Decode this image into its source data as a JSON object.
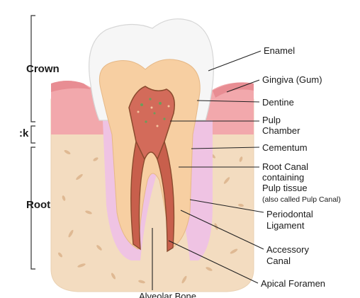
{
  "diagram": {
    "regions": {
      "crown": "Crown",
      "neck": ":k",
      "root": "Root"
    },
    "labels": {
      "enamel": "Enamel",
      "gingiva": "Gingiva (Gum)",
      "dentine": "Dentine",
      "pulp_chamber_1": "Pulp",
      "pulp_chamber_2": "Chamber",
      "cementum": "Cementum",
      "root_canal_1": "Root Canal",
      "root_canal_2": "containing",
      "root_canal_3": "Pulp tissue",
      "root_canal_4": "(also called Pulp Canal)",
      "periodontal_1": "Periodontal",
      "periodontal_2": "Ligament",
      "accessory_1": "Accessory",
      "accessory_2": "Canal",
      "apical_foramen": "Apical Foramen",
      "alveolar_bone": "Alveolar Bone"
    },
    "colors": {
      "bone": "#f3dcc0",
      "bone_pores": "#ddb892",
      "gum": "#f2a8ac",
      "gum_dark": "#e88d93",
      "enamel": "#f6f6f6",
      "dentine": "#f7cfa2",
      "pulp": "#d36b5a",
      "canal_outline": "#8a4a2e",
      "cementum": "#efc3e3"
    }
  }
}
